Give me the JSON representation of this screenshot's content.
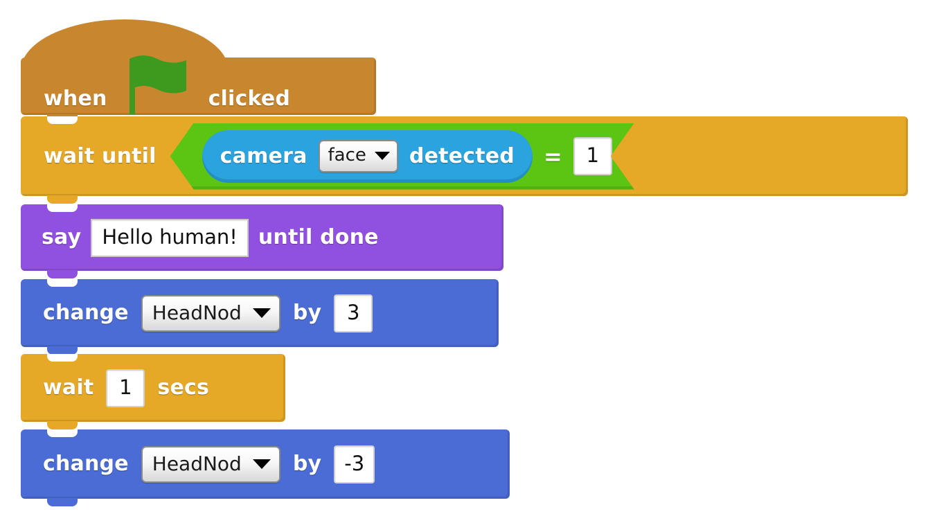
{
  "palette": {
    "control_yellow": "#E5A827",
    "events_brown": "#C8872E",
    "looks_purple": "#9050E0",
    "data_blue": "#4A6CD4",
    "operators_green": "#5CC412",
    "sensing_cyan": "#2BA3DE",
    "flag_green": "#3E9A1E",
    "canvas_background": "#FFFFFF"
  },
  "script": {
    "blocks": [
      {
        "id": "when-flag-clicked",
        "category": "events",
        "shape": "hat",
        "label_before": "when",
        "icon": "green-flag-icon",
        "label_after": "clicked"
      },
      {
        "id": "wait-until",
        "category": "control",
        "shape": "stack",
        "label": "wait until",
        "condition": {
          "id": "equals-operator",
          "category": "operators",
          "shape": "boolean",
          "operator": "=",
          "left": {
            "id": "camera-detected",
            "category": "sensing",
            "shape": "reporter",
            "label_before": "camera",
            "dropdown_value": "face",
            "label_after": "detected"
          },
          "right_value": "1"
        }
      },
      {
        "id": "say-until-done",
        "category": "looks",
        "shape": "stack",
        "label_before": "say",
        "text_value": "Hello human!",
        "label_after": "until done"
      },
      {
        "id": "change-headnod-by-3",
        "category": "data",
        "shape": "stack",
        "label_before": "change",
        "dropdown_value": "HeadNod",
        "label_middle": "by",
        "number_value": "3"
      },
      {
        "id": "wait-1-secs",
        "category": "control",
        "shape": "stack",
        "label_before": "wait",
        "number_value": "1",
        "label_after": "secs"
      },
      {
        "id": "change-headnod-by-minus-3",
        "category": "data",
        "shape": "stack",
        "label_before": "change",
        "dropdown_value": "HeadNod",
        "label_middle": "by",
        "number_value": "-3"
      }
    ]
  }
}
